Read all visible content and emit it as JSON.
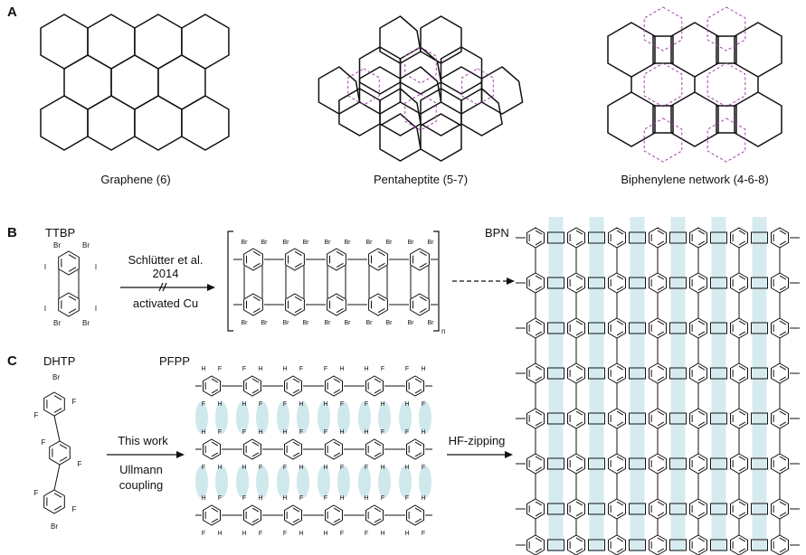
{
  "panels": {
    "a": "A",
    "b": "B",
    "c": "C"
  },
  "panel_a": {
    "graphene": "Graphene (6)",
    "pentaheptite": "Pentaheptite (5-7)",
    "biphenylene": "Biphenylene network (4-6-8)"
  },
  "panel_b": {
    "molecule": "TTBP",
    "route_line1": "Schlütter et al.",
    "route_line2": "2014",
    "route_reagent": "activated Cu",
    "polymer_subscript": "n",
    "product": "BPN"
  },
  "panel_c": {
    "molecule": "DHTP",
    "polymer": "PFPP",
    "route_line1": "This work",
    "route_line2": "Ullmann",
    "route_line3": "coupling",
    "zip_label": "HF-zipping"
  },
  "atoms": {
    "br": "Br",
    "i": "I",
    "f": "F",
    "h": "H"
  },
  "colors": {
    "zip_highlight": "#cfe8ec",
    "dashed_overlay": "#a040a8",
    "ink": "#111111"
  }
}
